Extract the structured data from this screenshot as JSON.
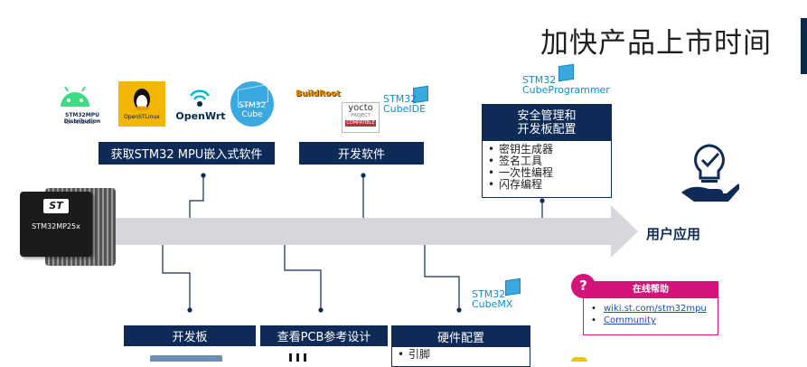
{
  "title": "加快产品上市时间",
  "chip": {
    "brand": "ST",
    "label": "STM32MP25x"
  },
  "logos": {
    "android": {
      "line1": "STM32MPU Distribution",
      "line2": "for Android™"
    },
    "openstlinux": "OpenSTLinux",
    "openwrt": "OpenWrt",
    "stm32cube": {
      "line1": "STM32",
      "line2": "Cube"
    },
    "buildroot": "BuildRoot",
    "yocto": {
      "main": "yocto",
      "sub": "PROJECT",
      "tag": "COMPATIBLE"
    },
    "cubeide": {
      "line1": "STM32",
      "line2": "CubeIDE"
    },
    "cubeprogrammer": {
      "line1": "STM32",
      "line2": "CubeProgrammer"
    },
    "cubemx": {
      "line1": "STM32",
      "line2": "CubeMX"
    }
  },
  "boxes": {
    "software": "获取STM32 MPU嵌入式软件",
    "devsoftware": "开发软件",
    "security": {
      "title": "安全管理和\n开发板配置",
      "items": [
        "密钥生成器",
        "签名工具",
        "一次性编程",
        "闪存编程"
      ]
    },
    "devboard": "开发板",
    "pcb": "查看PCB参考设计",
    "hwconfig": {
      "title": "硬件配置",
      "items": [
        "引脚"
      ]
    }
  },
  "end_label": "用户应用",
  "help": {
    "badge": "?",
    "title": "在线帮助",
    "links": [
      "wiki.st.com/stm32mpu",
      "Community"
    ]
  },
  "colors": {
    "navy": "#0e2a56",
    "arrow": "#d6d8dc",
    "help": "#d4147a",
    "cube": "#39a9e0"
  }
}
